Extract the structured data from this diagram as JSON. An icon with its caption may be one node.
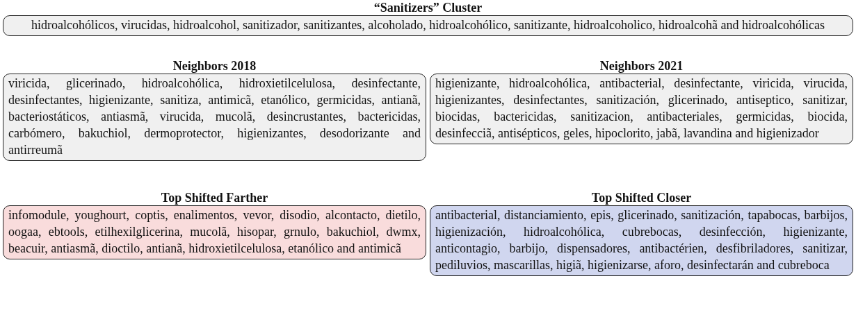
{
  "diagram": {
    "nodes": [
      {
        "text": [
          "“Sanitizers” Cluster",
          "hidroalcohólicos, virucidas, hidroalcohol, sanitizador, sanitizantes, alcoholado, hidroalcohólico, sanitizante, hidroalcoholico, hidroalcohã and hidroalcohólicas"
        ]
      },
      {
        "text": [
          "Neighbors 2018",
          "viricida, glicerinado, hidroalcohólica, hidroxietilcelulosa, desinfectante, desinfectantes, higienizante, sanitiza, antimicã, etanólico, germicidas, antianã, bacteriostáticos, antiasmã, virucida, mucolã, desincrustantes, bactericidas, carbómero, bakuchiol, dermoprotector, higienizantes, desodorizante and antirreumã"
        ]
      },
      {
        "text": [
          "Neighbors 2021",
          "higienizante, hidroalcohólica, antibacterial, desinfectante, viricida, virucida, higienizantes, desinfectantes, sanitización, glicerinado, antiseptico, sanitizar, biocidas, bactericidas, sanitizacion, antibacteriales, germicidas, biocida, desinfecciã, antisépticos, geles, hipoclorito, jabã, lavandina and higienizador"
        ]
      },
      {
        "text": [
          "Top Shifted Farther",
          "infomodule, youghourt, coptis, enalimentos, vevor, disodio, alcontacto, dietilo, oogaa, ebtools, etilhexilglicerina, mucolã, hisopar, grnulo, bakuchiol, dwmx, beacuir, antiasmã, dioctilo, antianã, hidroxietilcelulosa, etanólico and antimicã"
        ]
      },
      {
        "text": [
          "Top Shifted Closer",
          "antibacterial, distanciamiento, epis, glicerinado, sanitización, tapabocas, barbijos, higienización, hidroalcohólica, cubrebocas, desinfección, higienizante, anticontagio, barbijo, dispensadores, antibactérien, desfibriladores, sanitizar, pediluvios, mascarillas, higiã, higienizarse, aforo, desinfectarán and cubreboca"
        ]
      }
    ],
    "edges": []
  }
}
